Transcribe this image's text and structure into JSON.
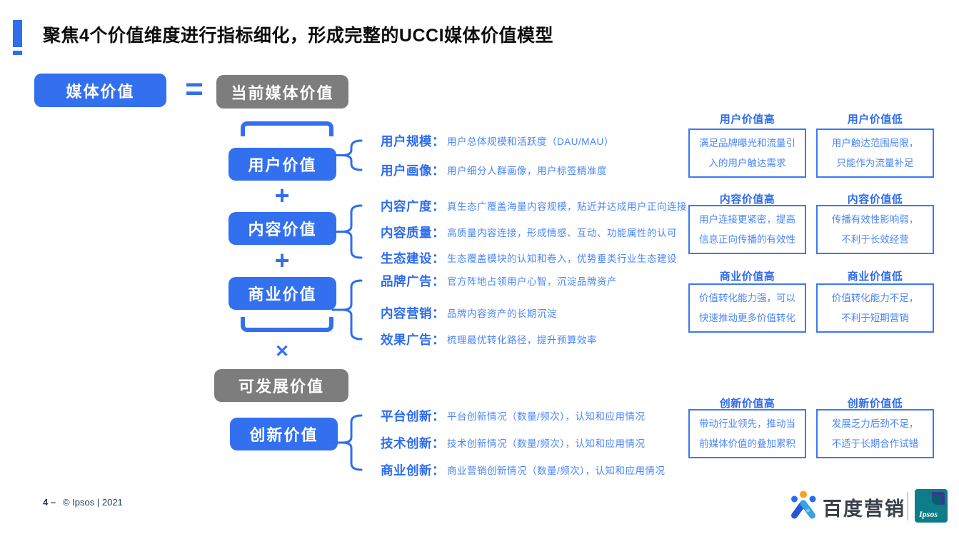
{
  "title": "聚焦4个价值维度进行指标细化，形成完整的UCCI媒体价值模型",
  "colors": {
    "primary_blue": "#3370F0",
    "label_blue": "#2D6BF0",
    "desc_blue": "#4B86F8",
    "box_border_blue": "#3B79F2",
    "gray": "#7D7D7D",
    "footer_navy": "#1F3864",
    "orange": "#F6A223",
    "ipsos_teal": "#0E7D89"
  },
  "model": {
    "media_value": "媒体价值",
    "equals_sign": "=",
    "current_media_value": "当前媒体价值",
    "plus_sign": "+",
    "times_sign": "✕",
    "developable_value": "可发展价值"
  },
  "groups": [
    {
      "button": "用户价值",
      "metrics": [
        {
          "label": "用户规模：",
          "desc": "用户总体规模和活跃度（DAU/MAU）"
        },
        {
          "label": "用户画像：",
          "desc": "用户细分人群画像，用户标签精准度"
        }
      ],
      "high": {
        "title": "用户价值高",
        "line1": "满足品牌曝光和流量引",
        "line2": "入的用户触达需求"
      },
      "low": {
        "title": "用户价值低",
        "line1": "用户触达范围局限，",
        "line2": "只能作为流量补足"
      }
    },
    {
      "button": "内容价值",
      "metrics": [
        {
          "label": "内容广度：",
          "desc": "真生态广覆盖海量内容规模，贴近并达成用户正向连接"
        },
        {
          "label": "内容质量：",
          "desc": "高质量内容连接，形成情感、互动、功能属性的认可"
        },
        {
          "label": "生态建设：",
          "desc": "生态覆盖模块的认知和卷入，优势垂类行业生态建设"
        }
      ],
      "high": {
        "title": "内容价值高",
        "line1": "用户连接更紧密，提高",
        "line2": "信息正向传播的有效性"
      },
      "low": {
        "title": "内容价值低",
        "line1": "传播有效性影响弱，",
        "line2": "不利于长效经营"
      }
    },
    {
      "button": "商业价值",
      "metrics": [
        {
          "label": "品牌广告：",
          "desc": "官方阵地占领用户心智，沉淀品牌资产"
        },
        {
          "label": "内容营销：",
          "desc": "品牌内容资产的长期沉淀"
        },
        {
          "label": "效果广告：",
          "desc": "梳理最优转化路径，提升预算效率"
        }
      ],
      "high": {
        "title": "商业价值高",
        "line1": "价值转化能力强，可以",
        "line2": "快速推动更多价值转化"
      },
      "low": {
        "title": "商业价值低",
        "line1": "价值转化能力不足，",
        "line2": "不利于短期营销"
      }
    },
    {
      "button": "创新价值",
      "metrics": [
        {
          "label": "平台创新：",
          "desc": "平台创新情况（数量/频次），认知和应用情况"
        },
        {
          "label": "技术创新：",
          "desc": "技术创新情况（数量/频次），认知和应用情况"
        },
        {
          "label": "商业创新：",
          "desc": "商业营销创新情况（数量/频次），认知和应用情况"
        }
      ],
      "high": {
        "title": "创新价值高",
        "line1": "带动行业领先，推动当",
        "line2": "前媒体价值的叠加累积"
      },
      "low": {
        "title": "创新价值低",
        "line1": "发展乏力后劲不足，",
        "line2": "不适于长期合作试错"
      }
    }
  ],
  "footer": {
    "page_label": "4 –",
    "copyright": "© Ipsos | 2021",
    "baidu_logo_text": "百度营销",
    "ipsos_logo_text": "Ipsos"
  }
}
